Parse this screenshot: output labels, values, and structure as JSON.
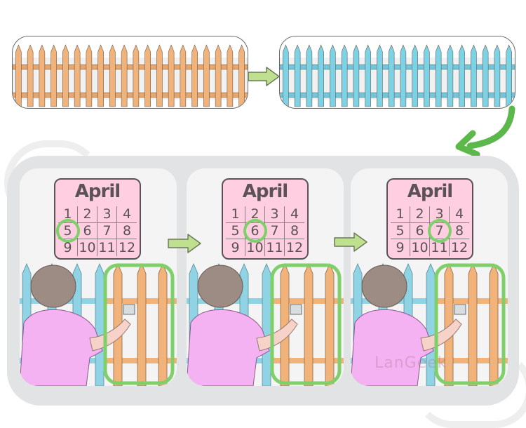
{
  "diagram": {
    "title": "Painting a fence over several days",
    "fences": [
      {
        "label": "fence-before",
        "color": "#f2b37a",
        "rail_color": "#e8a56a",
        "pickets": 20
      },
      {
        "label": "fence-after",
        "color": "#7dd3e6",
        "rail_color": "#6cc6dd",
        "pickets": 20
      }
    ],
    "steps": [
      {
        "month": "April",
        "days": [
          "1",
          "2",
          "3",
          "4",
          "5",
          "6",
          "7",
          "8",
          "9",
          "10",
          "11",
          "12"
        ],
        "highlighted_day": "5"
      },
      {
        "month": "April",
        "days": [
          "1",
          "2",
          "3",
          "4",
          "5",
          "6",
          "7",
          "8",
          "9",
          "10",
          "11",
          "12"
        ],
        "highlighted_day": "6"
      },
      {
        "month": "April",
        "days": [
          "1",
          "2",
          "3",
          "4",
          "5",
          "6",
          "7",
          "8",
          "9",
          "10",
          "11",
          "12"
        ],
        "highlighted_day": "7"
      }
    ],
    "watermark": "LanGeek",
    "colors": {
      "arrow_fill": "#bfe08f",
      "curved_arrow": "#5cb84a",
      "highlight": "#7fcf6a",
      "panel": "#e2e3e4",
      "card": "#f4f4f5",
      "calendar_bg": "#ffcfe1",
      "shirt": "#f5b2f2",
      "hair": "#9c8c84"
    }
  }
}
